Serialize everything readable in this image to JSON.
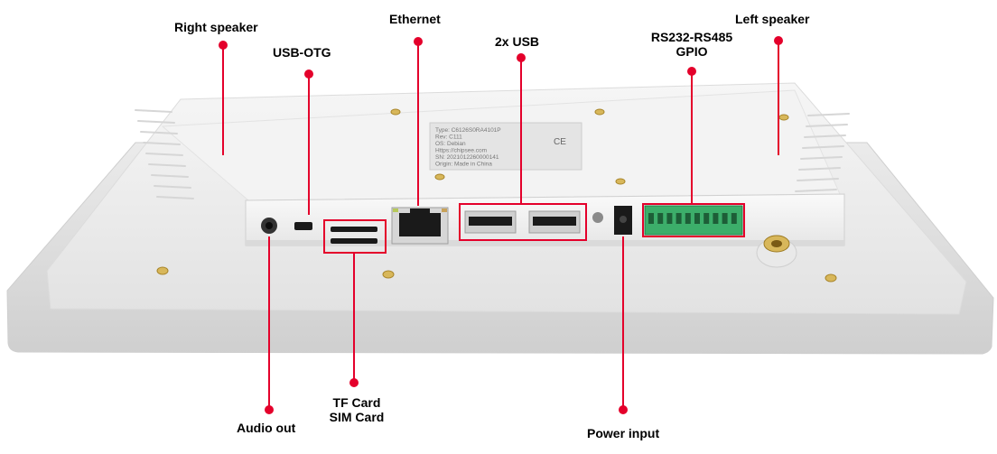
{
  "colors": {
    "callout": "#e4002b",
    "label_text": "#000000",
    "panel": "#f1f1f1",
    "port_dark": "#1a1a1a",
    "terminal_green": "#3cae6a"
  },
  "callouts": [
    {
      "id": "right-speaker",
      "text": "Right speaker",
      "icon": "speaker-icon"
    },
    {
      "id": "usb-otg",
      "text": "USB-OTG",
      "icon": "micro-usb-icon"
    },
    {
      "id": "ethernet",
      "text": "Ethernet",
      "icon": "rj45-icon"
    },
    {
      "id": "dual-usb",
      "text": "2x USB",
      "icon": "usb-a-icon"
    },
    {
      "id": "rs232-rs485",
      "text": "RS232-RS485",
      "icon": "terminal-block-icon"
    },
    {
      "id": "gpio",
      "text": "GPIO",
      "icon": "terminal-block-icon"
    },
    {
      "id": "left-speaker",
      "text": "Left speaker",
      "icon": "speaker-icon"
    },
    {
      "id": "audio-out",
      "text": "Audio out",
      "icon": "audio-jack-icon"
    },
    {
      "id": "tf-card",
      "text": "TF Card",
      "icon": "card-slot-icon"
    },
    {
      "id": "sim-card",
      "text": "SIM Card",
      "icon": "card-slot-icon"
    },
    {
      "id": "power-input",
      "text": "Power input",
      "icon": "dc-jack-icon"
    }
  ],
  "label_plate": {
    "lines": [
      "Type: C6126S0RA4101P",
      "Rev: C111",
      "OS: Debian",
      "Https://chipsee.com",
      "SN: 2021012260000141",
      "Origin: Made in China"
    ],
    "mark": "CE"
  }
}
